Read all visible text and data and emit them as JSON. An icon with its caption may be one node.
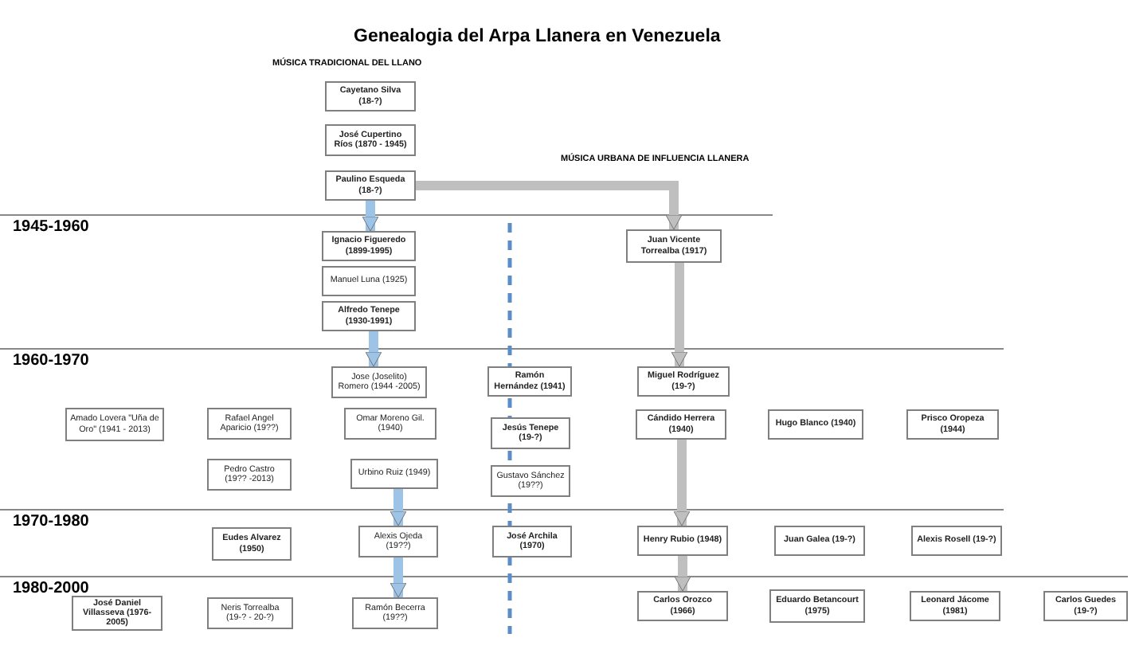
{
  "diagram": {
    "title": "Genealogia del Arpa Llanera en Venezuela",
    "nodes": [
      {
        "text": [
          "Cayetano Silva (18-?)"
        ]
      },
      {
        "text": [
          "José Cupertino Ríos (1870 - 1945)"
        ]
      },
      {
        "text": [
          "Paulino Esqueda (18-?)"
        ]
      },
      {
        "text": [
          "Ignacio Figueredo (1899-1995)"
        ]
      },
      {
        "text": [
          "Juan Vicente Torrealba (1917)"
        ]
      },
      {
        "text": [
          "Manuel Luna (1925)"
        ]
      },
      {
        "text": [
          "Alfredo Tenepe (1930-1991)"
        ]
      },
      {
        "text": [
          "Jose (Joselito) Romero (1944 -2005)"
        ]
      },
      {
        "text": [
          "Ramón Hernández (1941)"
        ]
      },
      {
        "text": [
          "Miguel Rodríguez (19-?)"
        ]
      },
      {
        "text": [
          "Amado Lovera \"Uña de Oro\" (1941 - 2013)"
        ]
      },
      {
        "text": [
          "Rafael Angel Aparicio (19??)"
        ]
      },
      {
        "text": [
          "Omar Moreno Gil. (1940)"
        ]
      },
      {
        "text": [
          "Jesús Tenepe (19-?)"
        ]
      },
      {
        "text": [
          "Cándido Herrera (1940)"
        ]
      },
      {
        "text": [
          "Hugo Blanco (1940)"
        ]
      },
      {
        "text": [
          "Prisco Oropeza (1944)"
        ]
      },
      {
        "text": [
          "Pedro Castro (19?? -2013)"
        ]
      },
      {
        "text": [
          "Urbino Ruiz (1949)"
        ]
      },
      {
        "text": [
          "Gustavo Sánchez (19??)"
        ]
      },
      {
        "text": [
          "Eudes Alvarez (1950)"
        ]
      },
      {
        "text": [
          "Alexis Ojeda (19??)"
        ]
      },
      {
        "text": [
          "José Archila (1970)"
        ]
      },
      {
        "text": [
          "Henry Rubio (1948)"
        ]
      },
      {
        "text": [
          "Juan Galea (19-?)"
        ]
      },
      {
        "text": [
          "Alexis Rosell (19-?)"
        ]
      },
      {
        "text": [
          "José Daniel Villasseva (1976-2005)"
        ]
      },
      {
        "text": [
          "Neris Torrealba (19-? - 20-?)"
        ]
      },
      {
        "text": [
          "Ramón Becerra (19??)"
        ]
      },
      {
        "text": [
          "Carlos Orozco (1966)"
        ]
      },
      {
        "text": [
          "Eduardo Betancourt (1975)"
        ]
      },
      {
        "text": [
          "Leonard Jácome (1981)"
        ]
      },
      {
        "text": [
          "Carlos Guedes (19-?)"
        ]
      }
    ],
    "edges": [
      {
        "from": 2,
        "to": 3,
        "arrow": "to",
        "color": "#9dc3e6"
      },
      {
        "from": 2,
        "to": 4,
        "arrow": "to",
        "color": "#bfbfbf"
      },
      {
        "from": 6,
        "to": 7,
        "arrow": "to",
        "color": "#9dc3e6"
      },
      {
        "from": 4,
        "to": 9,
        "arrow": "to",
        "color": "#bfbfbf"
      },
      {
        "from": 18,
        "to": 21,
        "arrow": "to",
        "color": "#9dc3e6"
      },
      {
        "from": 14,
        "to": 23,
        "arrow": "to",
        "color": "#bfbfbf"
      },
      {
        "from": 21,
        "to": 28,
        "arrow": "to",
        "color": "#9dc3e6"
      },
      {
        "from": 23,
        "to": 29,
        "arrow": "to",
        "color": "#bfbfbf"
      }
    ],
    "labels": [
      "MÚSICA TRADICIONAL DEL LLANO",
      "MÚSICA URBANA DE INFLUENCIA LLANERA",
      "1945-1960",
      "1960-1970",
      "1970-1980",
      "1980-2000"
    ]
  }
}
